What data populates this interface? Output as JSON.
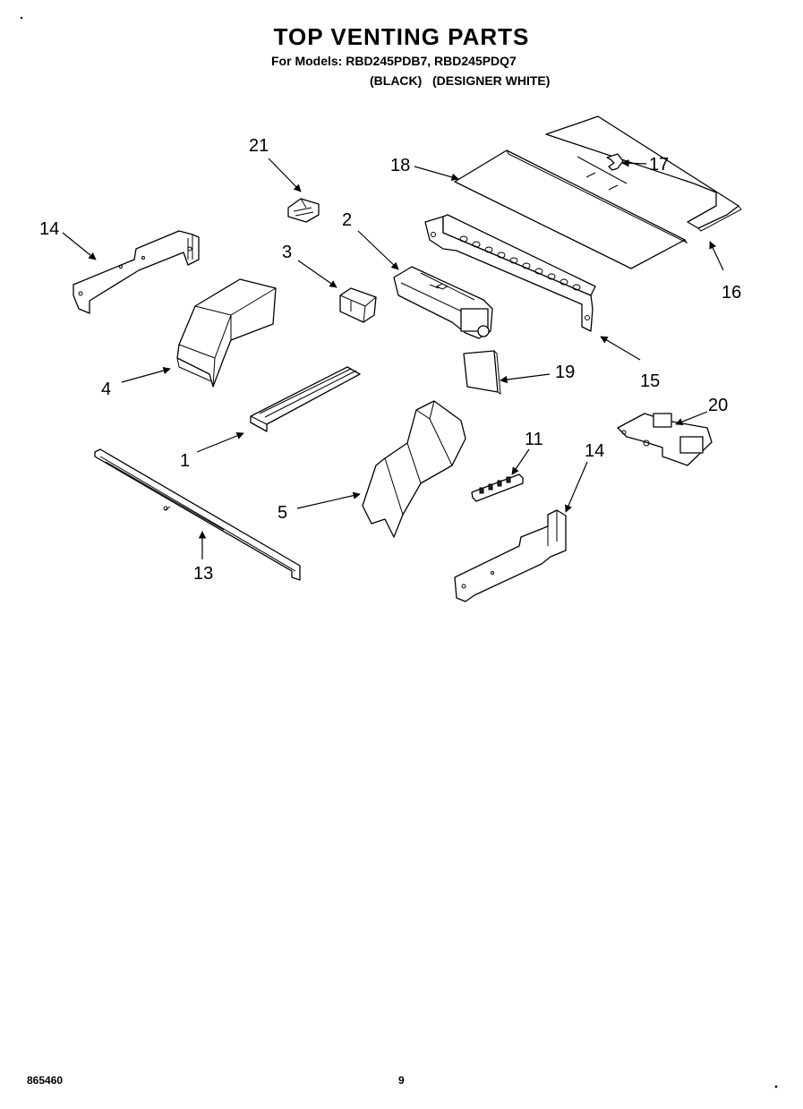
{
  "header": {
    "title": "TOP VENTING PARTS",
    "models_line": "For Models: RBD245PDB7, RBD245PDQ7",
    "variants_line": "(BLACK)   (DESIGNER WHITE)"
  },
  "footer": {
    "doc_number": "865460",
    "page_number": "9"
  },
  "callouts": {
    "c1": "1",
    "c2": "2",
    "c3": "3",
    "c4": "4",
    "c5": "5",
    "c11": "11",
    "c13": "13",
    "c14a": "14",
    "c14b": "14",
    "c15": "15",
    "c16": "16",
    "c17": "17",
    "c18": "18",
    "c19": "19",
    "c20": "20",
    "c21": "21"
  }
}
